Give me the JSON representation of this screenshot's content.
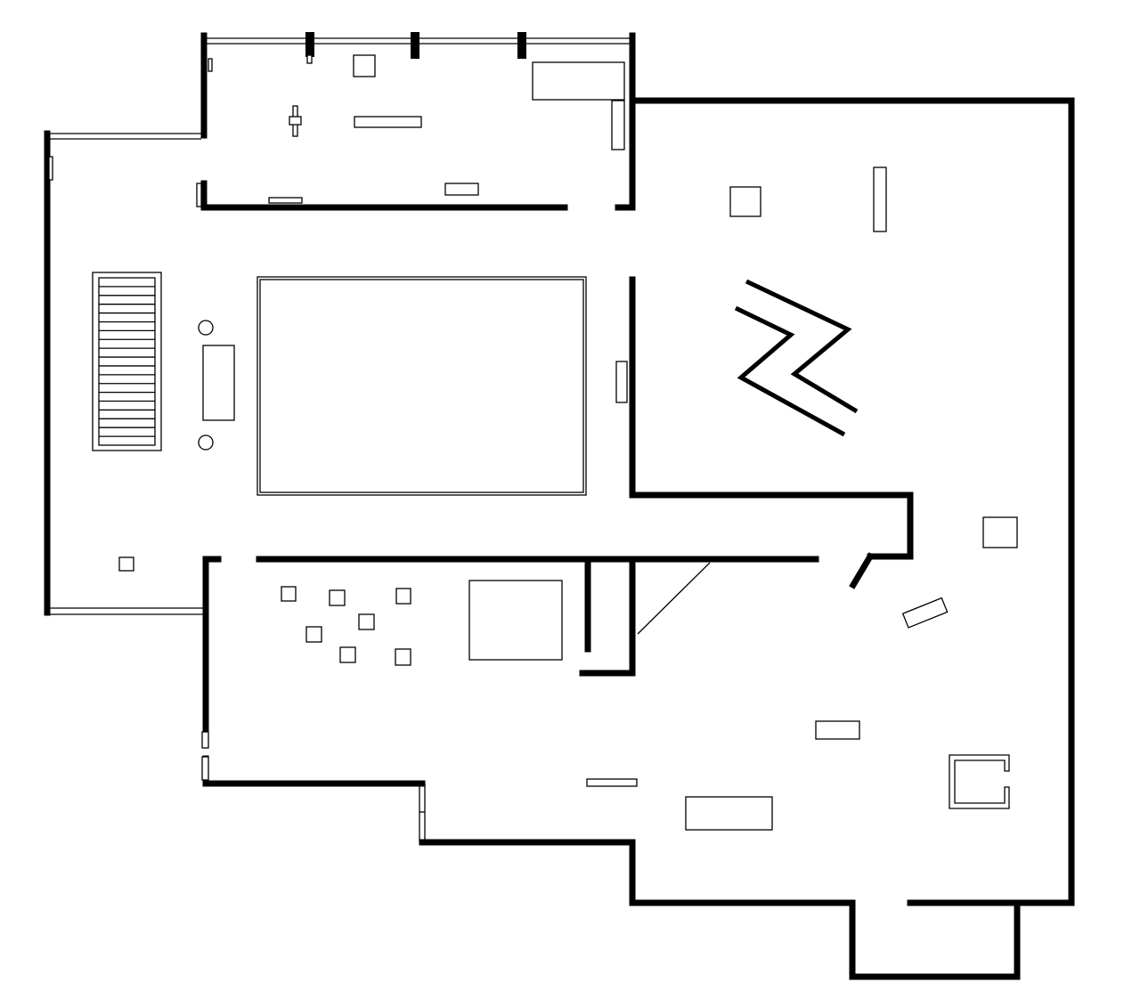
{
  "diagram": {
    "type": "architectural floor plan",
    "title": "",
    "text_labels": [],
    "colors": {
      "background": "#ffffff",
      "walls": "#000000",
      "fixtures": "#000000"
    },
    "spaces": [
      {
        "name": "north-gallery"
      },
      {
        "name": "west-hall"
      },
      {
        "name": "central-atrium"
      },
      {
        "name": "east-gallery"
      },
      {
        "name": "south-gallery"
      },
      {
        "name": "southwest-room"
      },
      {
        "name": "south-alcove"
      }
    ],
    "fixtures": [
      {
        "name": "staircase",
        "treads": 18
      },
      {
        "name": "zigzag-sculpture"
      },
      {
        "name": "display-plinths"
      },
      {
        "name": "benches"
      },
      {
        "name": "columns",
        "count": 2
      }
    ]
  }
}
